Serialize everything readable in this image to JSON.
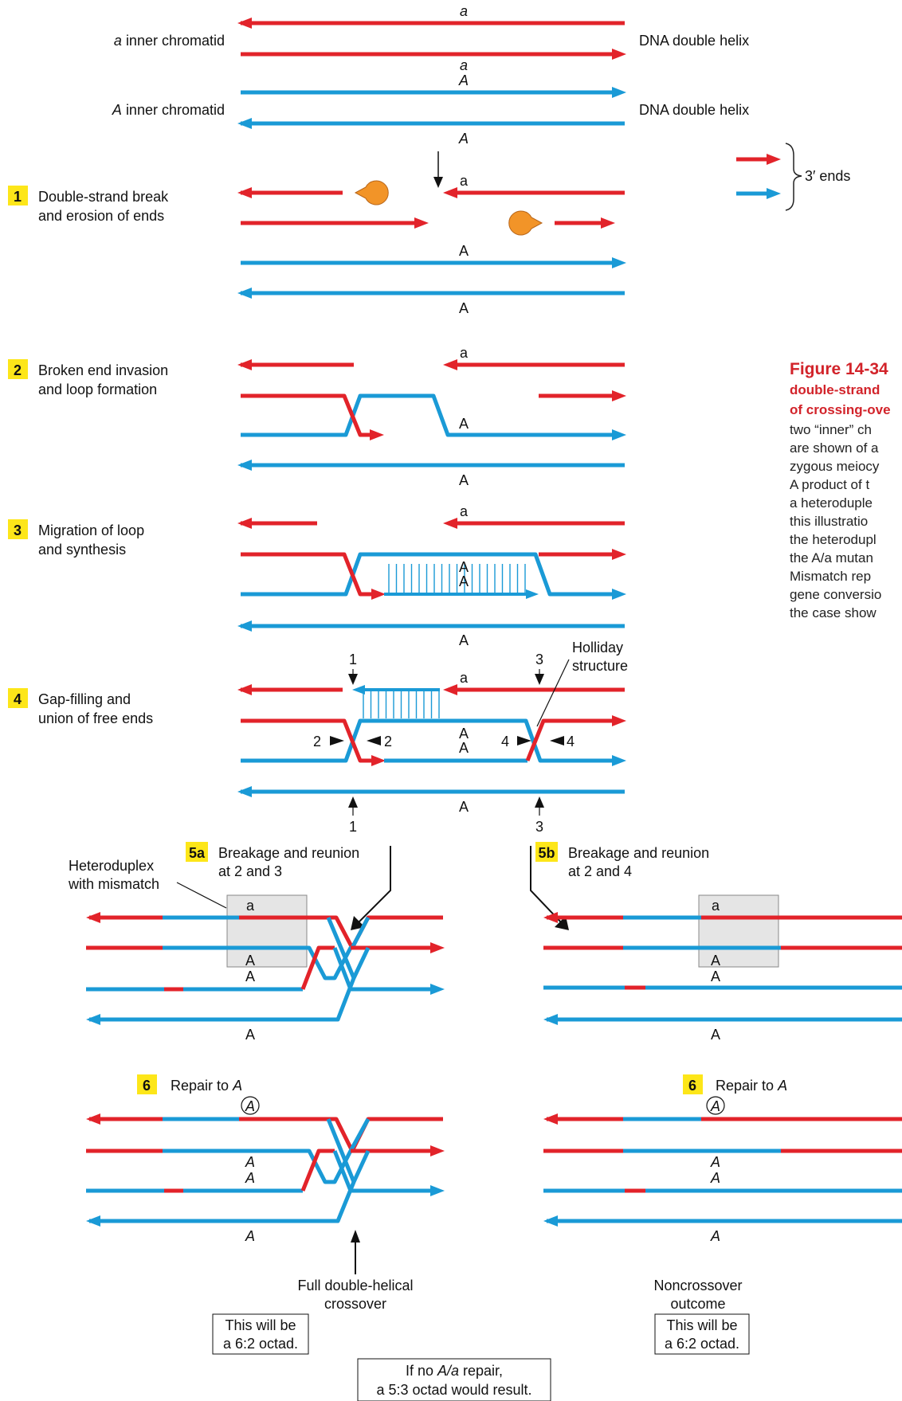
{
  "colors": {
    "red": "#e2232a",
    "blue": "#1a9ad6",
    "badge": "#fde619",
    "pacman": "#f29428",
    "grey_box": "#e5e5e5"
  },
  "top": {
    "label_a_top": "a",
    "label_a_mid": "a",
    "label_A_mid": "A",
    "label_A_bot": "A",
    "a_chromatid": "inner chromatid",
    "a_chromatid_letter": "a",
    "A_chromatid": "inner chromatid",
    "A_chromatid_letter": "A",
    "helix_1": "DNA double helix",
    "helix_2": "DNA double helix"
  },
  "legend": {
    "three_prime": "3′ ends"
  },
  "steps": [
    {
      "num": "1",
      "line1": "Double-strand break",
      "line2": "and erosion of ends"
    },
    {
      "num": "2",
      "line1": "Broken end invasion",
      "line2": "and loop formation"
    },
    {
      "num": "3",
      "line1": "Migration of loop",
      "line2": "and synthesis"
    },
    {
      "num": "4",
      "line1": "Gap-filling and",
      "line2": "union of free ends"
    }
  ],
  "strand_labels": {
    "s1_a": "a",
    "s1_A1": "A",
    "s1_A2": "A",
    "s2_a": "a",
    "s2_A1": "A",
    "s2_A2": "A",
    "s3_a": "a",
    "s3_A1": "A",
    "s3_A2": "A",
    "s3_A3": "A",
    "s4_a": "a",
    "s4_A1": "A",
    "s4_A2": "A",
    "s4_A3": "A"
  },
  "step4_marks": {
    "t1": "1",
    "t3": "3",
    "b1": "1",
    "b3": "3",
    "m2l": "2",
    "m2r": "2",
    "m4l": "4",
    "m4r": "4"
  },
  "holliday": {
    "line1": "Holliday",
    "line2": "structure"
  },
  "step5a": {
    "num": "5a",
    "line1": "Breakage and reunion",
    "line2": "at 2 and 3",
    "hetero1": "Heteroduplex",
    "hetero2": "with mismatch",
    "a": "a",
    "A1": "A",
    "A2": "A",
    "A3": "A"
  },
  "step5b": {
    "num": "5b",
    "line1": "Breakage and reunion",
    "line2": "at 2 and 4",
    "a": "a",
    "A1": "A",
    "A2": "A",
    "A3": "A"
  },
  "step6a": {
    "num": "6",
    "text": "Repair to",
    "letter": "A",
    "circ": "A",
    "A1": "A",
    "A2": "A",
    "A3": "A",
    "outcome1": "Full double-helical",
    "outcome2": "crossover",
    "box1": "This will be",
    "box2": "a 6:2 octad."
  },
  "step6b": {
    "num": "6",
    "text": "Repair to",
    "letter": "A",
    "circ": "A",
    "A1": "A",
    "A2": "A",
    "A3": "A",
    "outcome1": "Noncrossover",
    "outcome2": "outcome",
    "box1": "This will be",
    "box2": "a 6:2 octad."
  },
  "no_repair": {
    "pre": "If no",
    "mid": "A/a",
    "post": "repair,",
    "line2": "a 5:3 octad would result."
  },
  "caption": {
    "title": "Figure 14-34",
    "bold1": "double-strand",
    "bold2": "of crossing-ove",
    "body": [
      "two “inner” ch",
      "are shown of a",
      "zygous meiocy",
      "A product of t",
      "a heteroduple",
      "this illustratio",
      "the heterodupl",
      "the A/a mutan",
      "Mismatch rep",
      "gene conversio",
      "the case show"
    ]
  }
}
